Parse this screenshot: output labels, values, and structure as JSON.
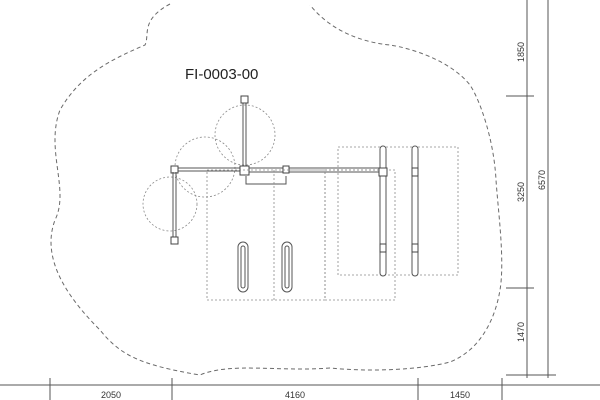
{
  "drawing": {
    "title": "FI-0003-00",
    "dimensions": {
      "right_top": "1850",
      "right_middle": "3250",
      "right_bottom": "1470",
      "right_total": "6570",
      "bottom_left": "2050",
      "bottom_middle": "4160",
      "bottom_right": "1450"
    }
  }
}
